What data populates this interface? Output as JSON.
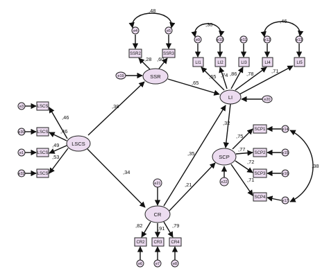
{
  "latents": {
    "lscs": "LSCS",
    "ssr": "SSR",
    "li": "LI",
    "scp": "SCP",
    "cr": "CR"
  },
  "observed": {
    "lscs1": "LSCS",
    "lscs2": "LSCS",
    "lscs3": "LSCS",
    "lscs4": "LSCS",
    "ssr2": "SSR2",
    "ssr3": "SSR3",
    "li1": "LI1",
    "li2": "LI2",
    "li3": "LI3",
    "li4": "LI4",
    "li5": "LI5",
    "scp1": "SCP1",
    "scp2": "SCP2",
    "scp3": "SCP3",
    "scp4": "SCP4",
    "cr2": "CR2",
    "cr3": "CR3",
    "cr4": "CR4"
  },
  "errors": {
    "e3": "e3",
    "e30": "e30",
    "e1": "e1",
    "e32": "e32",
    "e4": "e4",
    "e5": "e5",
    "e19": "e19",
    "e9": "e9",
    "e10": "e10",
    "e11": "e11",
    "e12": "e12",
    "e13": "e13",
    "e20": "e20",
    "e22": "e22",
    "e21": "e21",
    "e14": "e14",
    "e15": "e15",
    "e16": "e16",
    "e17": "e17",
    "e6": "e6",
    "e7": "e7",
    "e8": "e8"
  },
  "coefficients": {
    "lscs_ssr": ",38",
    "lscs_cr": ",34",
    "ssr_li": ",65",
    "cr_li": ",35",
    "cr_scp": ",21",
    "li_scp": ",32",
    "lscs_l1": ",46",
    "lscs_l2": ",46",
    "lscs_l3": ",49",
    "lscs_l4": ",53",
    "ssr_ssr2": ",28",
    "ssr_ssr3": ",60",
    "cov_e4_e5": ",48",
    "li_li1": ",65",
    "li_li2": ",74",
    "li_li3": ",86",
    "li_li4": ",78",
    "li_li5": ",71",
    "cov_e9_e10": ",30",
    "cov_e12_e13": ",46",
    "scp_scp1": ",75",
    "scp_scp2": ",77",
    "scp_scp3": ",72",
    "scp_scp4": ",71",
    "cov_e14_e17": ",38",
    "cr_cr2": ",82",
    "cr_cr3": ",91",
    "cr_cr4": ",79"
  }
}
